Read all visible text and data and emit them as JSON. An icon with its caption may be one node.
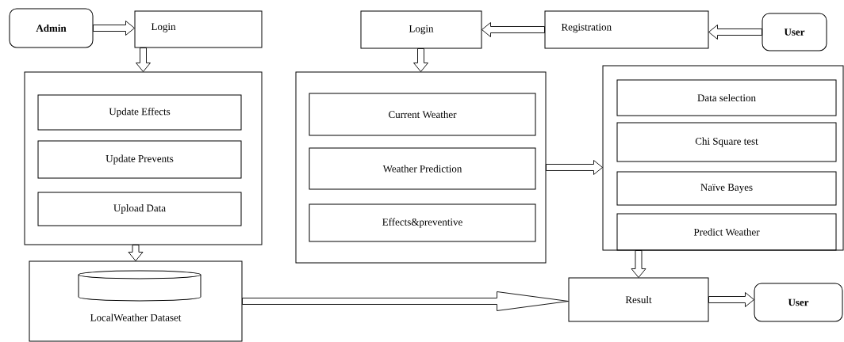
{
  "diagram": {
    "nodes": [
      {
        "text": [
          "Admin"
        ]
      },
      {
        "text": [
          "Login"
        ]
      },
      {
        "text": [],
        "shape": "box"
      },
      {
        "text": [
          "Update Effects"
        ],
        "in": 2
      },
      {
        "text": [
          "Update Prevents"
        ],
        "in": 2
      },
      {
        "text": [
          "Upload Data"
        ],
        "in": 2
      },
      {
        "text": [
          "LocalWeather Dataset"
        ]
      },
      {
        "text": [],
        "shape": "cylinder",
        "in": 6
      },
      {
        "text": [
          "Login"
        ]
      },
      {
        "text": [
          "Registration"
        ]
      },
      {
        "text": [
          "User"
        ]
      },
      {
        "text": [],
        "shape": "box"
      },
      {
        "text": [
          "Current Weather"
        ],
        "in": 11
      },
      {
        "text": [
          "Weather Prediction"
        ],
        "in": 11
      },
      {
        "text": [
          "Effects&preventive"
        ],
        "in": 11
      },
      {
        "text": [],
        "shape": "box"
      },
      {
        "text": [
          "Data selection"
        ],
        "in": 15
      },
      {
        "text": [
          "Chi Square test"
        ],
        "in": 15
      },
      {
        "text": [
          "Naïve Bayes"
        ],
        "in": 15
      },
      {
        "text": [
          "Predict Weather"
        ],
        "in": 15
      },
      {
        "text": [
          "Result"
        ]
      },
      {
        "text": [
          "User"
        ]
      }
    ],
    "edges": [
      {
        "from": 0,
        "to": 1,
        "arrow": "to"
      },
      {
        "from": 1,
        "to": 2,
        "arrow": "to"
      },
      {
        "from": 2,
        "to": 6,
        "arrow": "to"
      },
      {
        "from": 6,
        "to": 20,
        "arrow": "to"
      },
      {
        "from": 10,
        "to": 9,
        "arrow": "to"
      },
      {
        "from": 9,
        "to": 8,
        "arrow": "to"
      },
      {
        "from": 8,
        "to": 11,
        "arrow": "to"
      },
      {
        "from": 11,
        "to": 15,
        "arrow": "to"
      },
      {
        "from": 15,
        "to": 20,
        "arrow": "to"
      },
      {
        "from": 20,
        "to": 21,
        "arrow": "to"
      }
    ]
  }
}
